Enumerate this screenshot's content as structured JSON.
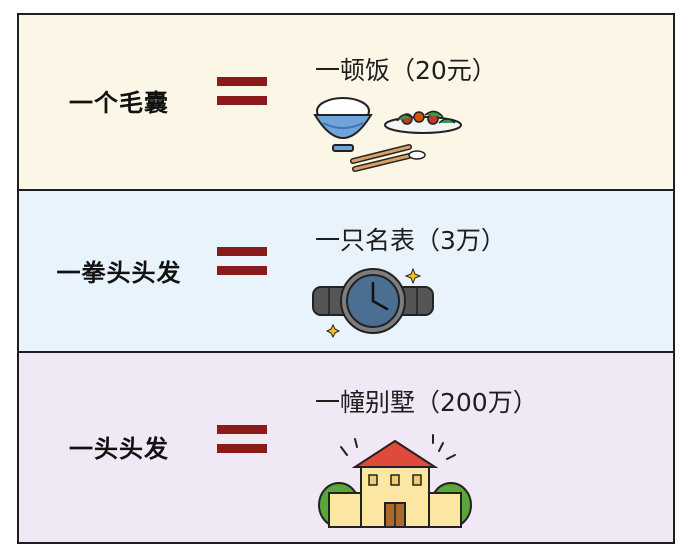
{
  "rows": [
    {
      "left": "一个毛囊",
      "equals": "=",
      "right": "一顿饭（20元）",
      "icon": "meal-icon"
    },
    {
      "left": "一拳头头发",
      "equals": "=",
      "right": "一只名表（3万）",
      "icon": "watch-icon"
    },
    {
      "left": "一头头发",
      "equals": "=",
      "right": "一幢别墅（200万）",
      "icon": "villa-icon"
    }
  ],
  "colors": {
    "row1_bg": "#fbf6e6",
    "row2_bg": "#e9f3fb",
    "row3_bg": "#f1e8f5",
    "equals_sign": "#8b1a1a"
  }
}
